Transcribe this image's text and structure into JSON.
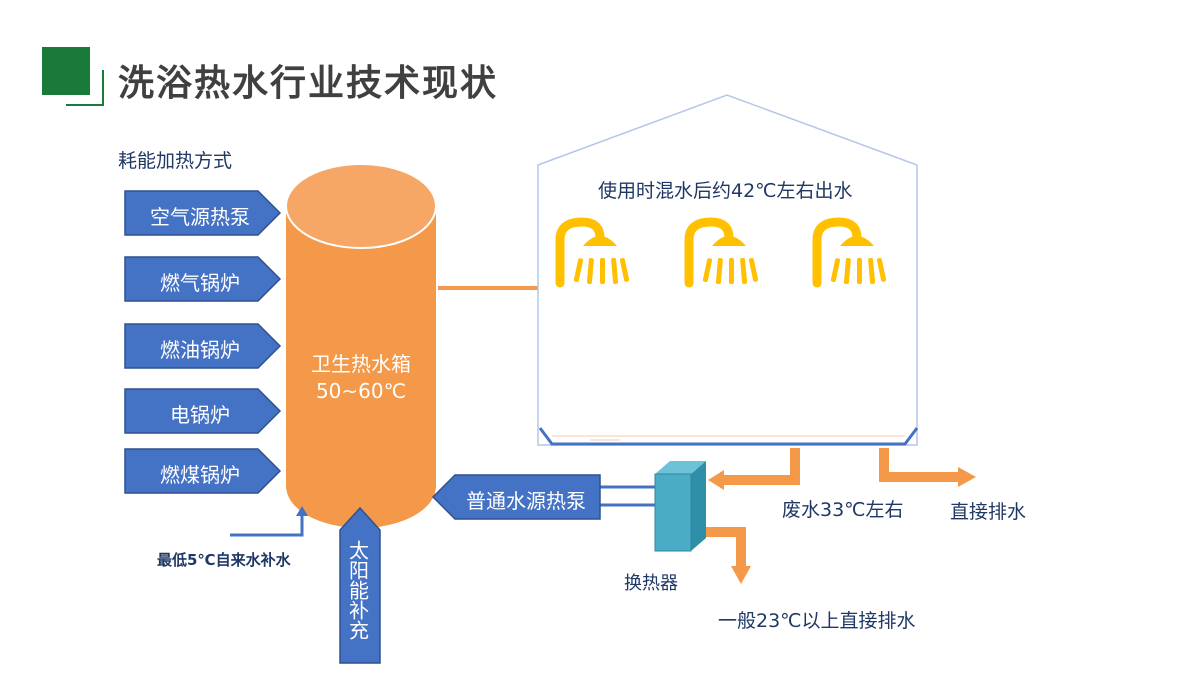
{
  "title": "洗浴热水行业技术现状",
  "heating_methods_label": "耗能加热方式",
  "heat_sources": [
    "空气源热泵",
    "燃气锅炉",
    "燃油锅炉",
    "电锅炉",
    "燃煤锅炉"
  ],
  "tank": {
    "name": "卫生热水箱",
    "temp": "50~60℃"
  },
  "solar": "太阳能补充",
  "makeup_water": "最低5℃自来水补水",
  "mix_note": "使用时混水后约42℃左右出水",
  "water_source_hp": "普通水源热泵",
  "heat_exchanger": "换热器",
  "waste_water": "废水33℃左右",
  "direct_drain": "直接排水",
  "after_exchange": "一般23℃以上直接排水",
  "colors": {
    "blue_box": "#4472c4",
    "orange": "#f4984a",
    "shower": "#ffc000",
    "teal": "#4bacc6",
    "green": "#1a7a3a"
  },
  "icons": [
    "shower-icon",
    "shower-icon",
    "shower-icon"
  ]
}
